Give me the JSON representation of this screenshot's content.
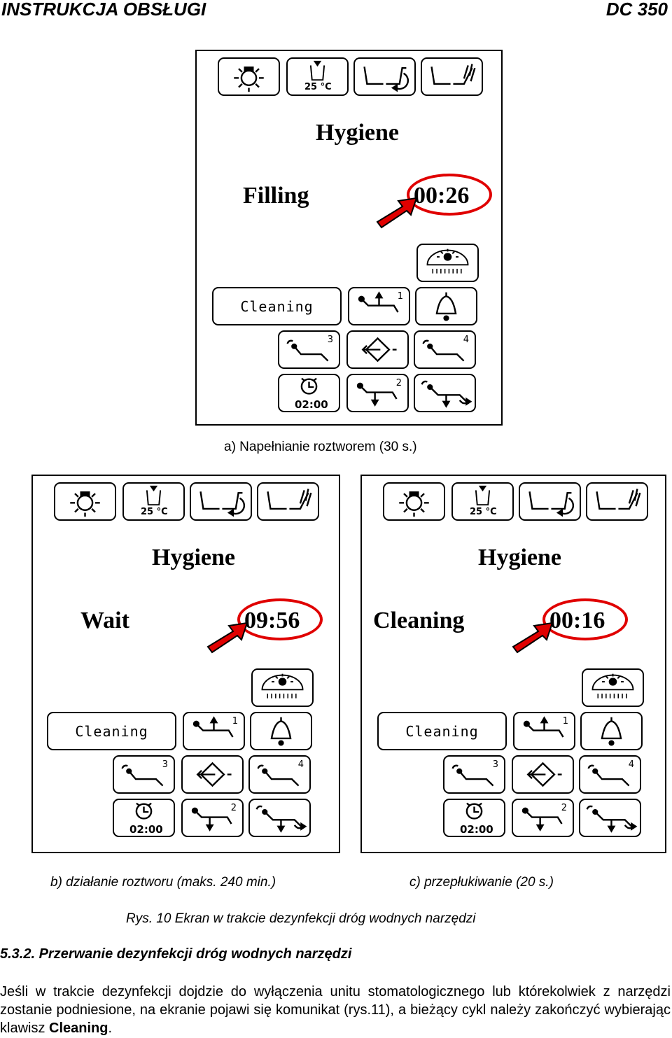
{
  "header": {
    "left": "INSTRUKCJA OBSŁUGI",
    "right": "DC 350"
  },
  "icons": {
    "top_row": [
      "lamp-icon",
      "water-temperature-icon",
      "chair-return-icon",
      "chair-spittoon-icon"
    ],
    "operating_light": "operating-light-icon",
    "bell": "bell-icon",
    "syringe": "syringe-icon",
    "clock": "clock-icon"
  },
  "labels": {
    "temperature": "25 °C",
    "cleaning_button": "Cleaning",
    "timer": "02:00",
    "pos1": "1",
    "pos2": "2",
    "pos3": "3",
    "pos4": "4"
  },
  "screens": {
    "a": {
      "title": "Hygiene",
      "state": "Filling",
      "time": "00:26",
      "caption": "a)   Napełnianie roztworem (30 s.)"
    },
    "b": {
      "title": "Hygiene",
      "state": "Wait",
      "time": "09:56",
      "caption": "b) działanie roztworu (maks. 240 min.)"
    },
    "c": {
      "title": "Hygiene",
      "state": "Cleaning",
      "time": "00:16",
      "caption": "c) przepłukiwanie (20 s.)"
    }
  },
  "figure_caption": "Rys. 10  Ekran w trakcie dezynfekcji dróg wodnych narzędzi",
  "section_heading": "5.3.2. Przerwanie dezynfekcji dróg wodnych narzędzi",
  "paragraph": {
    "text": "Jeśli w trakcie dezynfekcji dojdzie do wyłączenia unitu stomatologicznego lub którekolwiek z narzędzi zostanie podniesione, na ekranie pojawi się komunikat (rys.11), a bieżący cykl należy zakończyć wybierając klawisz ",
    "bold": "Cleaning",
    "end": "."
  },
  "colors": {
    "highlight": "#e00000",
    "arrow_fill": "#e00000"
  }
}
